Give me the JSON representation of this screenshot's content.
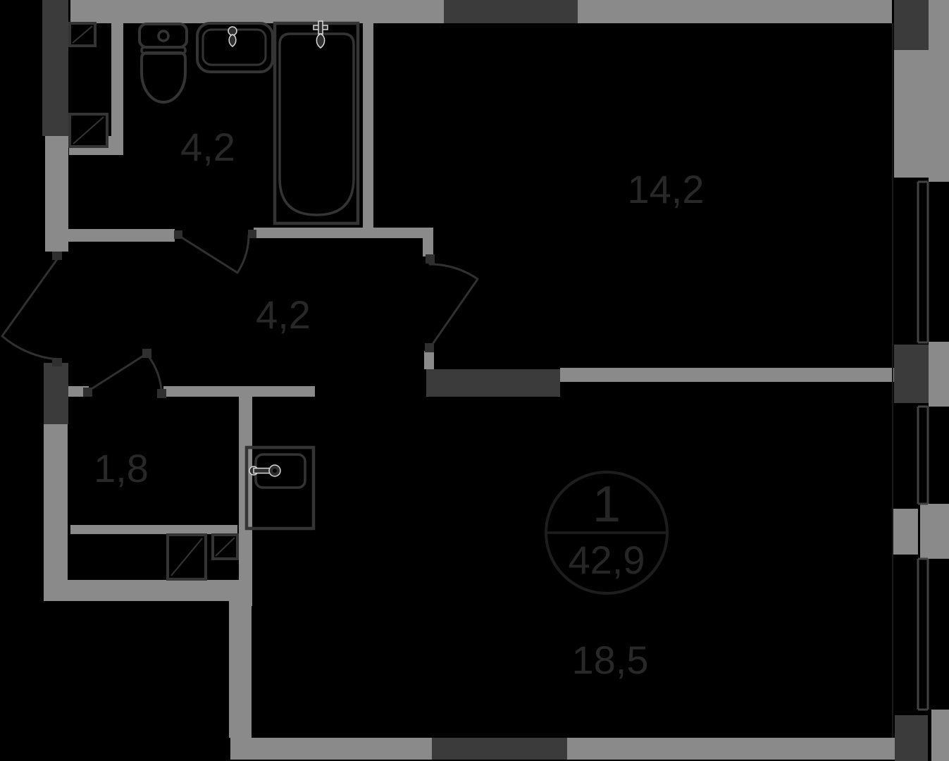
{
  "floor_plan": {
    "title": "one-room-apartment-floor-plan",
    "badge": {
      "rooms_count": "1",
      "total_area": "42,9"
    },
    "rooms": [
      {
        "id": "bathroom",
        "area": "4,2"
      },
      {
        "id": "hallway",
        "area": "4,2"
      },
      {
        "id": "living-room",
        "area": "14,2"
      },
      {
        "id": "storage",
        "area": "1,8"
      },
      {
        "id": "kitchen-living-room",
        "area": "18,5"
      }
    ],
    "fixtures": [
      "toilet",
      "wash-basin",
      "bathtub",
      "kitchen-sink",
      "wardrobe",
      "ventilation-shaft"
    ],
    "colors": {
      "background": "#000000",
      "wall": "#8a8a8a",
      "wall_dark": "#3b3b3b",
      "line": "#343434",
      "label": "#282828",
      "glazing": "#424242",
      "fixture_highlight": "#d8d8d8"
    }
  }
}
